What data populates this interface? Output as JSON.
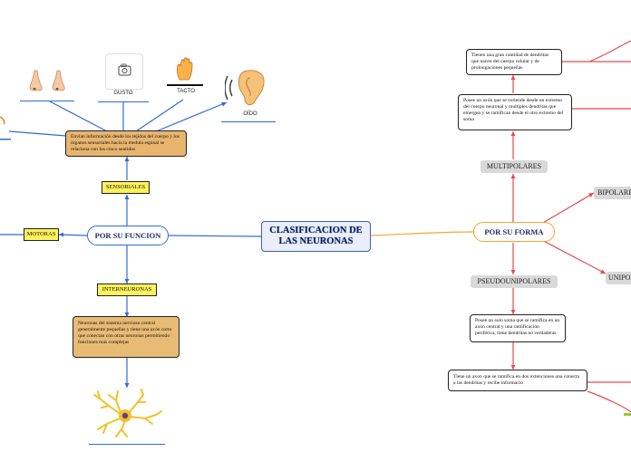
{
  "center": {
    "title": "CLASIFICACION DE LAS NEURONAS"
  },
  "left": {
    "function_label": "POR SU FUNCION",
    "sensoriales": "SENSORIALES",
    "sensoriales_desc": "Envian información desde  los tejidos del cuerpo y los órganos sensoriales hacia la  medula espinal se relaciona con los cinco sentidos",
    "motoras": "MOTORAS",
    "interneuronas": "INTERNEURONAS",
    "interneuronas_desc": "Neuronas del sistema nervioso central generalmente pequeñas y tiene una axón corto que conectan con otras neuronas permitiendo funciones mas complejas",
    "senses": {
      "gusto": "GUSTO",
      "tacto": "TACTO",
      "oido": "OÍDO"
    }
  },
  "right": {
    "form_label": "POR SU FORMA",
    "multipolares": "MULTIPOLARES",
    "multipolares_desc": "Posee un axón que se  extiende desde un extremo del cuerpo neuronal y multiples dendritas que emergen y se  ramifican desde el otro extremo del soma",
    "multipolares_desc2": "Tienen una gran cantidad de dendritas que nacen del cuerpo celular y de prolongaciones pequeñas",
    "bipolares": "BIPOLARES",
    "unipolares": "UNIPOLARES",
    "pseudounipolares": "PSEUDOUNIPOLARES",
    "pseudo_desc": "Posee un solo soma que se ramifica en un axón central y una ramificación periférica, tiene dendritas no verdaderas",
    "pseudo_desc2": "Tiene un axon que se ramifica en dos extenciones una conecta a las dendritas y recibe informacio"
  },
  "colors": {
    "left_line": "#2f6bd8",
    "right_line": "#e84a4a",
    "center_line": "#f0a830"
  }
}
